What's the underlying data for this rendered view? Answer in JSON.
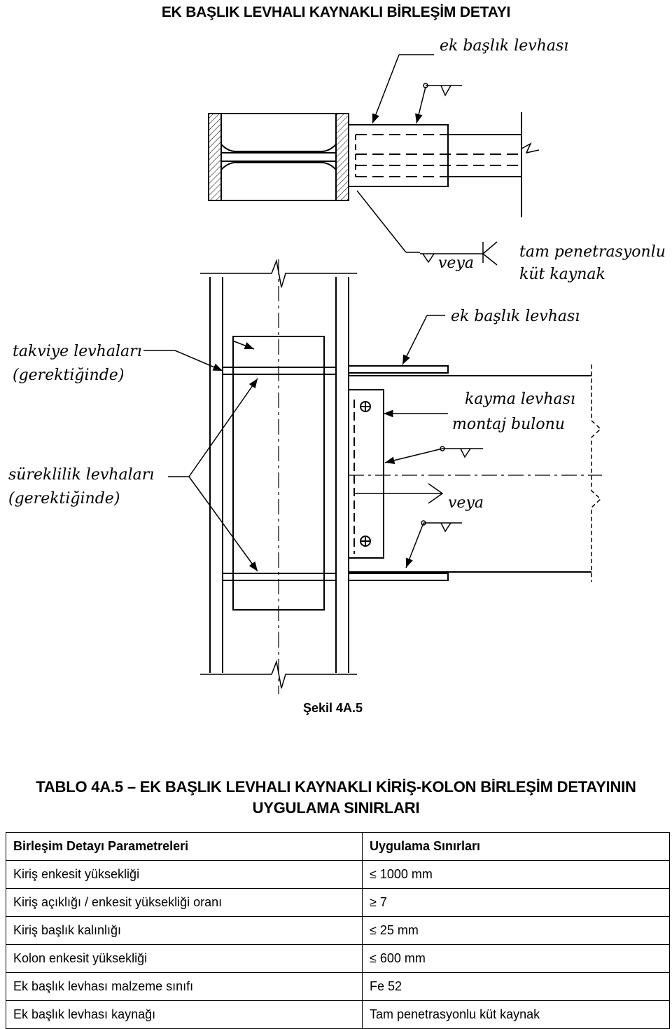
{
  "page": {
    "title": "EK BAŞLIK LEVHALI KAYNAKLI BİRLEŞİM DETAYI"
  },
  "figure": {
    "labels": {
      "ek_baslik_top": "ek başlık levhası",
      "veya_top": "veya",
      "tam_pen_1": "tam penetrasyonlu",
      "tam_pen_2": "küt kaynak",
      "ek_baslik_mid": "ek başlık levhası",
      "takviye_1": "takviye levhaları",
      "takviye_2": "(gerektiğinde)",
      "kayma": "kayma levhası",
      "montaj": "montaj bulonu",
      "sureklilik_1": "süreklilik levhaları",
      "sureklilik_2": "(gerektiğinde)",
      "veya_mid": "veya"
    },
    "caption": "Şekil 4A.5"
  },
  "table": {
    "title_line1": "TABLO 4A.5 – EK BAŞLIK LEVHALI KAYNAKLI KİRİŞ-KOLON BİRLEŞİM DETAYININ",
    "title_line2": "UYGULAMA SINIRLARI",
    "headers": [
      "Birleşim Detayı Parametreleri",
      "Uygulama Sınırları"
    ],
    "rows": [
      [
        "Kiriş enkesit yüksekliği",
        "≤ 1000 mm"
      ],
      [
        "Kiriş açıklığı / enkesit yüksekliği oranı",
        "≥ 7"
      ],
      [
        "Kiriş başlık kalınlığı",
        "≤ 25 mm"
      ],
      [
        "Kolon enkesit yüksekliği",
        "≤ 600 mm"
      ],
      [
        "Ek başlık levhası malzeme sınıfı",
        "Fe 52"
      ],
      [
        "Ek başlık levhası kaynağı",
        "Tam penetrasyonlu küt kaynak"
      ]
    ]
  }
}
